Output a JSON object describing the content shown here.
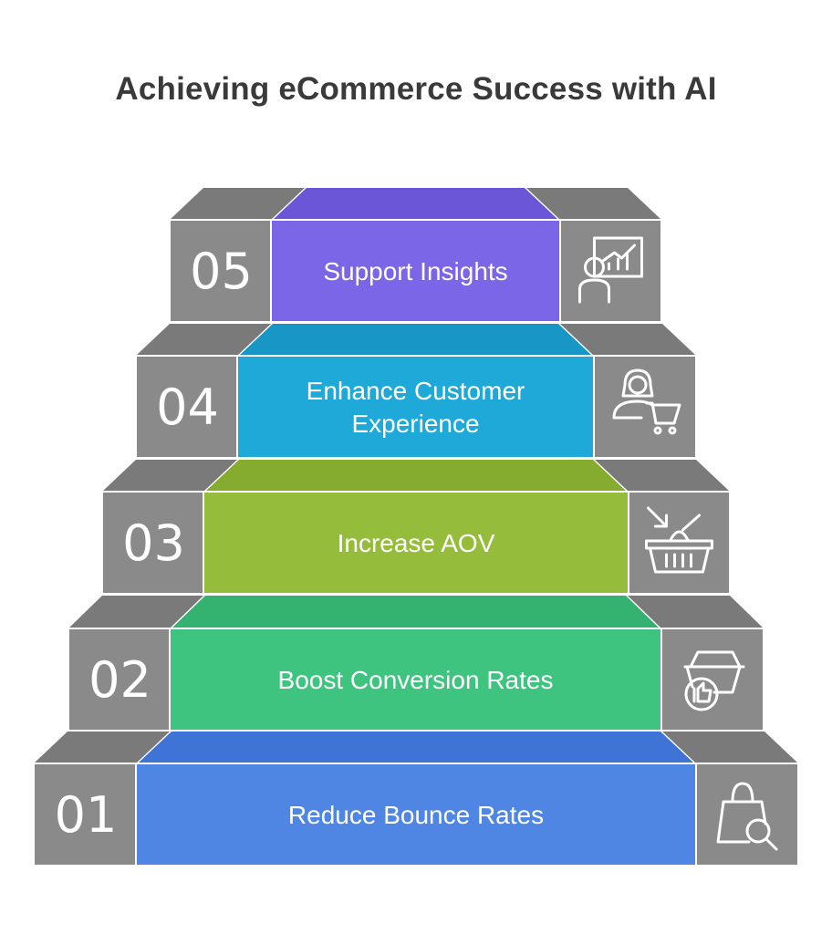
{
  "title": "Achieving eCommerce Success with AI",
  "colors": {
    "step_gray": "#8a8a8a",
    "step_top_gray": "#7a7a7a",
    "text_dark": "#3a3a3a"
  },
  "steps": [
    {
      "number": "01",
      "lines": [
        "Reduce Bounce Rates"
      ],
      "color": "#4f86e4",
      "top_color": "#3f74d6",
      "icon": "shopping-bag-search-icon"
    },
    {
      "number": "02",
      "lines": [
        "Boost Conversion Rates"
      ],
      "color": "#3fc480",
      "top_color": "#33b36f",
      "icon": "basket-thumbs-up-icon"
    },
    {
      "number": "03",
      "lines": [
        "Increase AOV"
      ],
      "color": "#95bc3a",
      "top_color": "#85ab2f",
      "icon": "basket-add-icon"
    },
    {
      "number": "04",
      "lines": [
        "Enhance Customer",
        "Experience"
      ],
      "color": "#1ea9d9",
      "top_color": "#1897c6",
      "icon": "customer-cart-icon"
    },
    {
      "number": "05",
      "lines": [
        "Support Insights"
      ],
      "color": "#7b66e8",
      "top_color": "#6b56d8",
      "icon": "presentation-analytics-icon"
    }
  ]
}
